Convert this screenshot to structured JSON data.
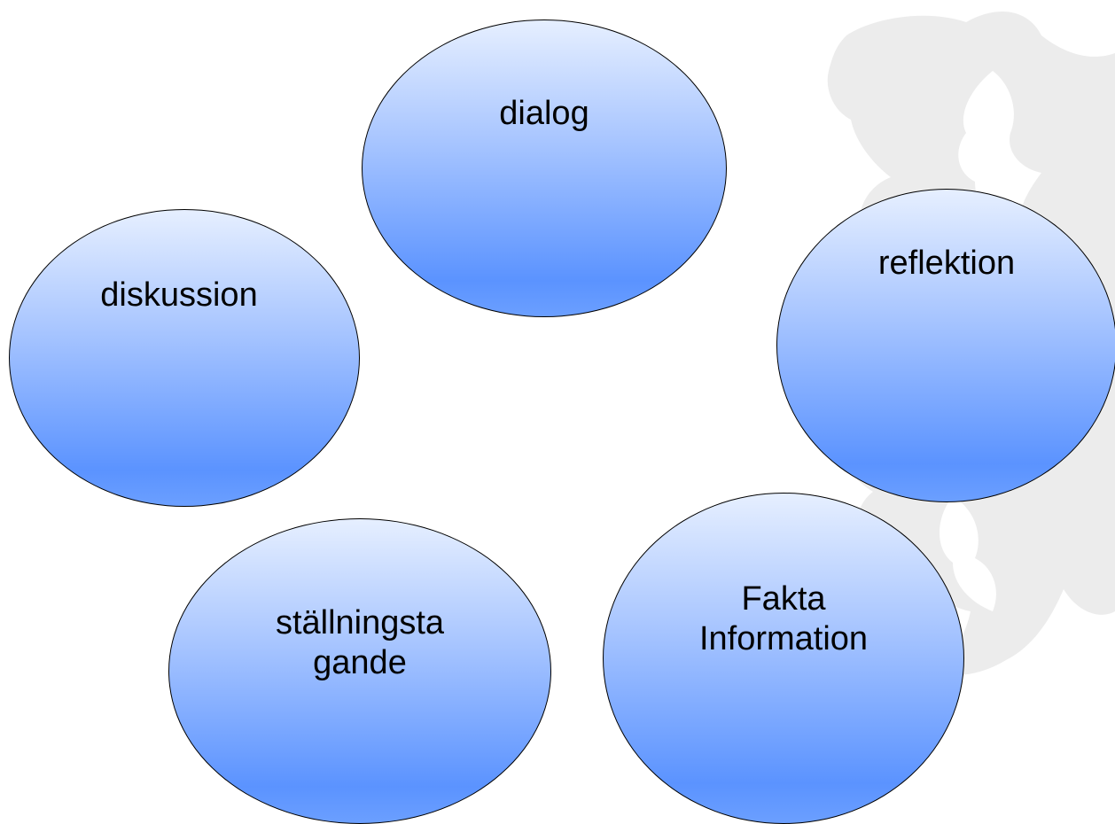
{
  "diagram": {
    "bubbles": [
      {
        "id": "dialog",
        "lines": [
          "dialog"
        ]
      },
      {
        "id": "reflektion",
        "lines": [
          "reflektion"
        ]
      },
      {
        "id": "diskussion",
        "lines": [
          "diskussion"
        ]
      },
      {
        "id": "stallningstagande",
        "lines": [
          "ställningsta",
          "gande"
        ]
      },
      {
        "id": "fakta-information",
        "lines": [
          "Fakta",
          "Information"
        ]
      }
    ],
    "colors": {
      "fill_top": "#e6efff",
      "fill_bottom": "#5b93ff",
      "outline": "#000000",
      "watermark": "#ececec"
    },
    "watermark": "heraldic-lion-silhouette"
  }
}
